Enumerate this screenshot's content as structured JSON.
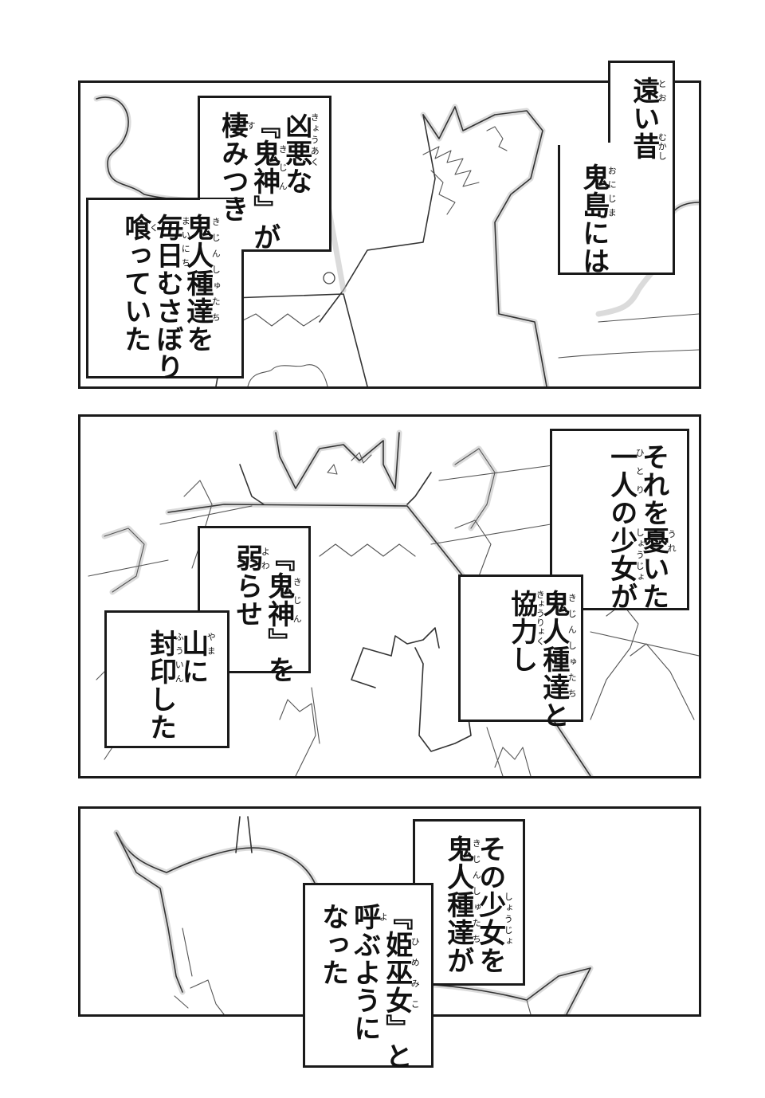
{
  "page": {
    "type": "manga-page",
    "reading_direction": "right-to-left, vertical text",
    "panel_count": 3
  },
  "panels": [
    {
      "id": "panel-1",
      "scene": "giant oni god grabbing a small figure, mountain and swirling clouds",
      "captions": [
        {
          "id": "cap-1a",
          "lines": [
            [
              {
                "t": "遠",
                "r": "とお"
              },
              {
                "t": "い"
              },
              {
                "t": "昔",
                "r": "むかし"
              }
            ],
            [
              {
                "t": "鬼島",
                "r": "おにじま"
              },
              {
                "t": "には"
              }
            ]
          ]
        },
        {
          "id": "cap-1b",
          "lines": [
            [
              {
                "t": "凶悪",
                "r": "きょうあく"
              },
              {
                "t": "な"
              }
            ],
            [
              {
                "t": "『"
              },
              {
                "t": "鬼神",
                "r": "きじん"
              },
              {
                "t": "』が"
              }
            ],
            [
              {
                "t": "棲",
                "r": "す"
              },
              {
                "t": "みつき"
              }
            ],
            [
              {
                "t": "鬼人種達",
                "r": "きじんしゅたち"
              },
              {
                "t": "を"
              }
            ],
            [
              {
                "t": "毎日",
                "r": "まいにち"
              },
              {
                "t": "むさぼり"
              }
            ],
            [
              {
                "t": "喰",
                "r": "く"
              },
              {
                "t": "っていた"
              }
            ]
          ]
        }
      ]
    },
    {
      "id": "panel-2",
      "scene": "a girl with raised arms before the mountain as oni warriors with spears attack the oni god",
      "captions": [
        {
          "id": "cap-2a",
          "lines": [
            [
              {
                "t": "それを"
              },
              {
                "t": "憂",
                "r": "うれ"
              },
              {
                "t": "いた"
              }
            ],
            [
              {
                "t": "一人",
                "r": "ひとり"
              },
              {
                "t": "の"
              },
              {
                "t": "少女",
                "r": "しょうじょ"
              },
              {
                "t": "が"
              }
            ],
            [
              {
                "t": "鬼人種達",
                "r": "きじんしゅたち"
              },
              {
                "t": "と"
              }
            ],
            [
              {
                "t": "協力",
                "r": "きょうりょく"
              },
              {
                "t": "し"
              }
            ]
          ]
        },
        {
          "id": "cap-2b",
          "lines": [
            [
              {
                "t": "『"
              },
              {
                "t": "鬼神",
                "r": "きじん"
              },
              {
                "t": "』を"
              }
            ],
            [
              {
                "t": "弱",
                "r": "よわ"
              },
              {
                "t": "らせ"
              }
            ],
            [
              {
                "t": "山",
                "r": "やま"
              },
              {
                "t": "に"
              }
            ],
            [
              {
                "t": "封印",
                "r": "ふういん"
              },
              {
                "t": "した"
              }
            ]
          ]
        }
      ]
    },
    {
      "id": "panel-3",
      "scene": "close-up silhouette of the horned girl with a long staff",
      "captions": [
        {
          "id": "cap-3a",
          "lines": [
            [
              {
                "t": "その"
              },
              {
                "t": "少女",
                "r": "しょうじょ"
              },
              {
                "t": "を"
              }
            ],
            [
              {
                "t": "鬼人種達",
                "r": "きじんしゅたち"
              },
              {
                "t": "が"
              }
            ],
            [
              {
                "t": "『"
              },
              {
                "t": "姫巫女",
                "r": "ひめみこ"
              },
              {
                "t": "』と"
              }
            ],
            [
              {
                "t": "呼",
                "r": "よ"
              },
              {
                "t": "ぶように"
              }
            ],
            [
              {
                "t": "なった"
              }
            ]
          ]
        }
      ]
    }
  ],
  "colors": {
    "ink": "#1a1a1a",
    "paper": "#ffffff",
    "sketch_halo": "#bdbdbd"
  }
}
